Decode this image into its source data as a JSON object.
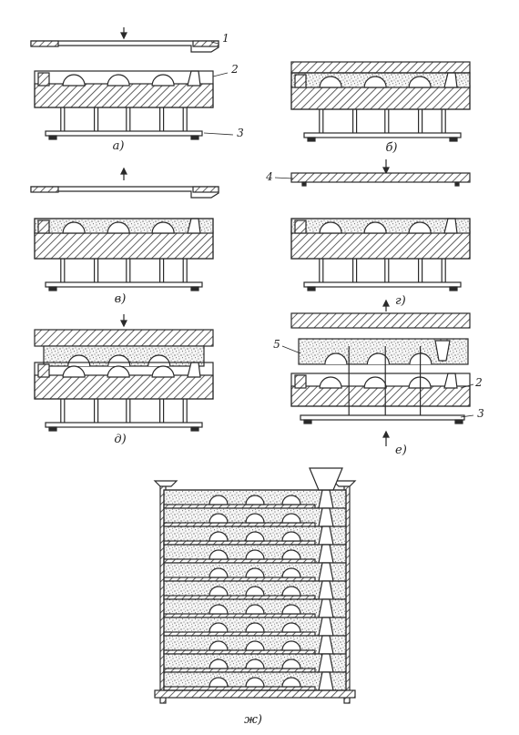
{
  "colors": {
    "ink": "#2a2a2a",
    "background": "#ffffff",
    "sand": "#f2f2f2",
    "hatch": "#3a3a3a"
  },
  "captions": {
    "a": "a)",
    "b": "б)",
    "v": "в)",
    "g": "г)",
    "d": "д)",
    "e": "е)",
    "zh": "ж)"
  },
  "callouts": {
    "n1": "1",
    "n2": "2",
    "n3": "3",
    "n4": "4",
    "n5": "5",
    "n2b": "2",
    "n3b": "3"
  },
  "icons": [
    "arrow-down-icon",
    "arrow-up-icon",
    "wing-nut-icon",
    "sprue-cone-icon"
  ]
}
